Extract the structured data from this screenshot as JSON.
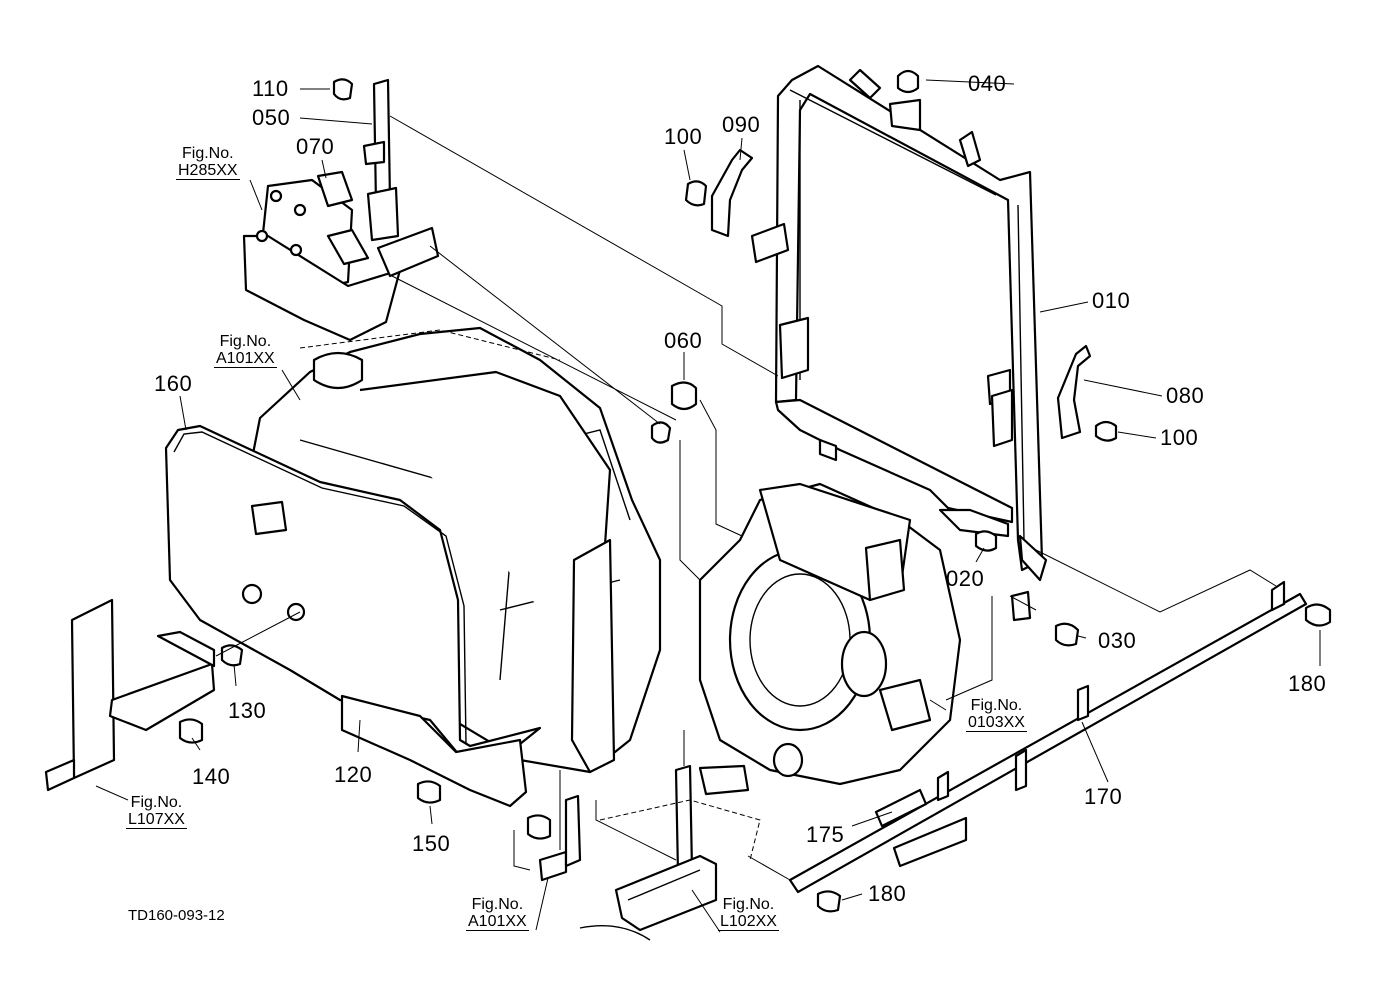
{
  "figure_code": "TD160-093-12",
  "part_labels": {
    "p010": "010",
    "p020": "020",
    "p030": "030",
    "p040": "040",
    "p050": "050",
    "p060": "060",
    "p070": "070",
    "p080": "080",
    "p090": "090",
    "p100a": "100",
    "p100b": "100",
    "p110": "110",
    "p120": "120",
    "p130": "130",
    "p140": "140",
    "p150": "150",
    "p160": "160",
    "p170": "170",
    "p175": "175",
    "p180a": "180",
    "p180b": "180"
  },
  "fig_refs": {
    "prefix": "Fig.No.",
    "h285": "H285XX",
    "a101_top": "A101XX",
    "l107": "L107XX",
    "a101_bottom": "A101XX",
    "l102": "L102XX",
    "r0103": "0103XX"
  }
}
